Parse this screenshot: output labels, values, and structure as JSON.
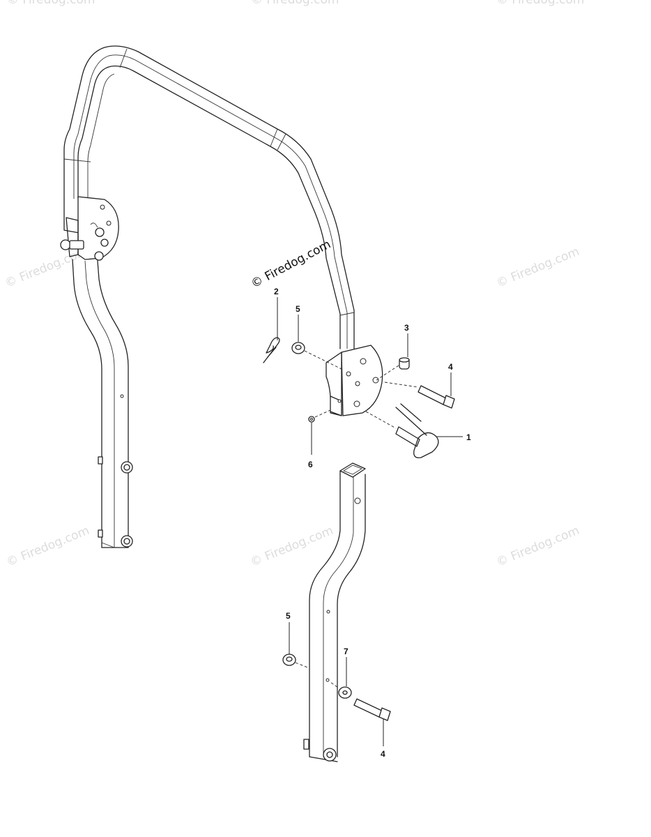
{
  "watermarks": {
    "main": "© Firedog.com",
    "faint": [
      "© Firedog.com",
      "© Firedog.com",
      "© Firedog.com",
      "© Firedog.com",
      "© Firedog.com",
      "© Firedog.com",
      "© Firedog.com",
      "© Firedog.com"
    ]
  },
  "callouts": {
    "c1": "1",
    "c2": "2",
    "c3": "3",
    "c4a": "4",
    "c4b": "4",
    "c5a": "5",
    "c5b": "5",
    "c6": "6",
    "c7": "7"
  },
  "colors": {
    "line": "#222222",
    "watermark_faint": "#dcdcdc",
    "background": "#ffffff"
  }
}
